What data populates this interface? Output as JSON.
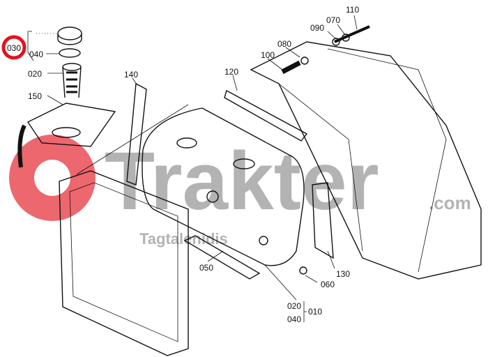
{
  "diagram": {
    "highlighted_part": "030",
    "highlight_color": "#e0141e",
    "callouts": [
      {
        "id": "c030",
        "label": "030"
      },
      {
        "id": "c040a",
        "label": "040"
      },
      {
        "id": "c020a",
        "label": "020"
      },
      {
        "id": "c150",
        "label": "150"
      },
      {
        "id": "c140",
        "label": "140"
      },
      {
        "id": "c120",
        "label": "120"
      },
      {
        "id": "c100",
        "label": "100"
      },
      {
        "id": "c080",
        "label": "080"
      },
      {
        "id": "c090",
        "label": "090"
      },
      {
        "id": "c070",
        "label": "070"
      },
      {
        "id": "c110",
        "label": "110"
      },
      {
        "id": "c050",
        "label": "050"
      },
      {
        "id": "c060",
        "label": "060"
      },
      {
        "id": "c130",
        "label": "130"
      },
      {
        "id": "c020b",
        "label": "020"
      },
      {
        "id": "c010",
        "label": "010"
      },
      {
        "id": "c040b",
        "label": "040"
      }
    ]
  },
  "watermark": {
    "brand": "Trakter",
    "suffix": ".com",
    "sub": "Tagtalenidis",
    "brand_color": "#e8414a"
  }
}
